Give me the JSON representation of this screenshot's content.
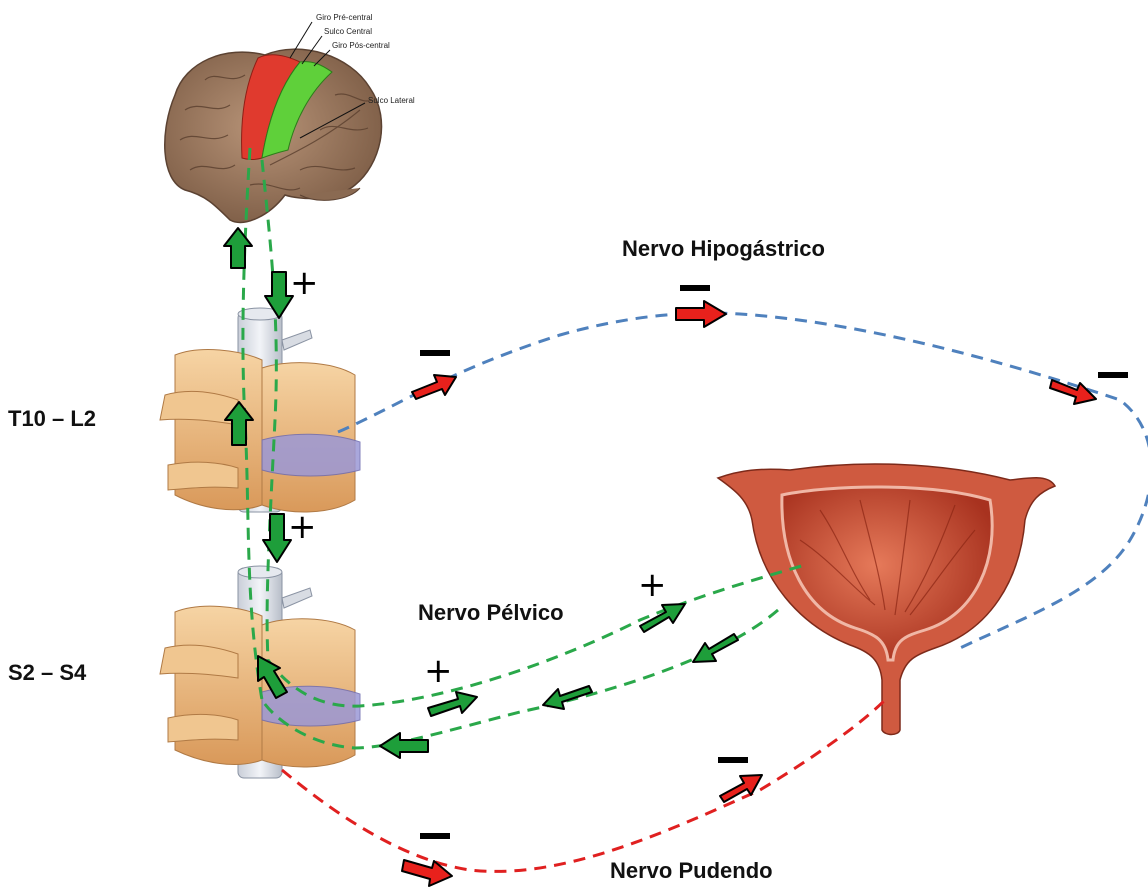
{
  "labels": {
    "precentral_gyrus": "Giro Pré-central",
    "central_sulcus": "Sulco Central",
    "postcentral_gyrus": "Giro Pós-central",
    "lateral_sulcus": "Sulco Lateral",
    "hypogastric": "Nervo Hipogástrico",
    "pelvic": "Nervo Pélvico",
    "pudendal": "Nervo Pudendo",
    "segment_upper": "T10 – L2",
    "segment_lower": "S2 – S4"
  },
  "signs": {
    "plus": "+",
    "minus": "−"
  },
  "colors": {
    "hypogastric_line": "#4f81bd",
    "pelvic_line": "#2aa84a",
    "pudendal_line": "#e02020",
    "green_arrow": "#1e9e3a",
    "red_arrow": "#e8211c",
    "precentral": "#e03a2e",
    "postcentral": "#5fd03a",
    "brain": "#9c7b62",
    "bone": "#e8b57a",
    "bladder": "#c8503a"
  }
}
